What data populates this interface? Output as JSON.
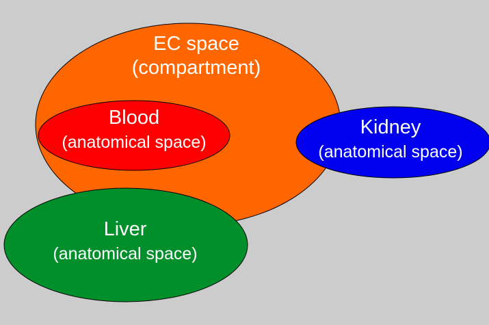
{
  "background": "#cccccc",
  "nodes": {
    "ec_space": {
      "title": "EC space",
      "subtitle": "(compartment)",
      "fill": "#ff6600",
      "text_color": "#ffffff"
    },
    "blood": {
      "title": "Blood",
      "subtitle": "(anatomical space)",
      "fill": "#ff0000",
      "text_color": "#ffffff"
    },
    "kidney": {
      "title": "Kidney",
      "subtitle": "(anatomical space)",
      "fill": "#0000ee",
      "text_color": "#ffffff"
    },
    "liver": {
      "title": "Liver",
      "subtitle": "(anatomical space)",
      "fill": "#008f2a",
      "text_color": "#ffffff"
    }
  }
}
